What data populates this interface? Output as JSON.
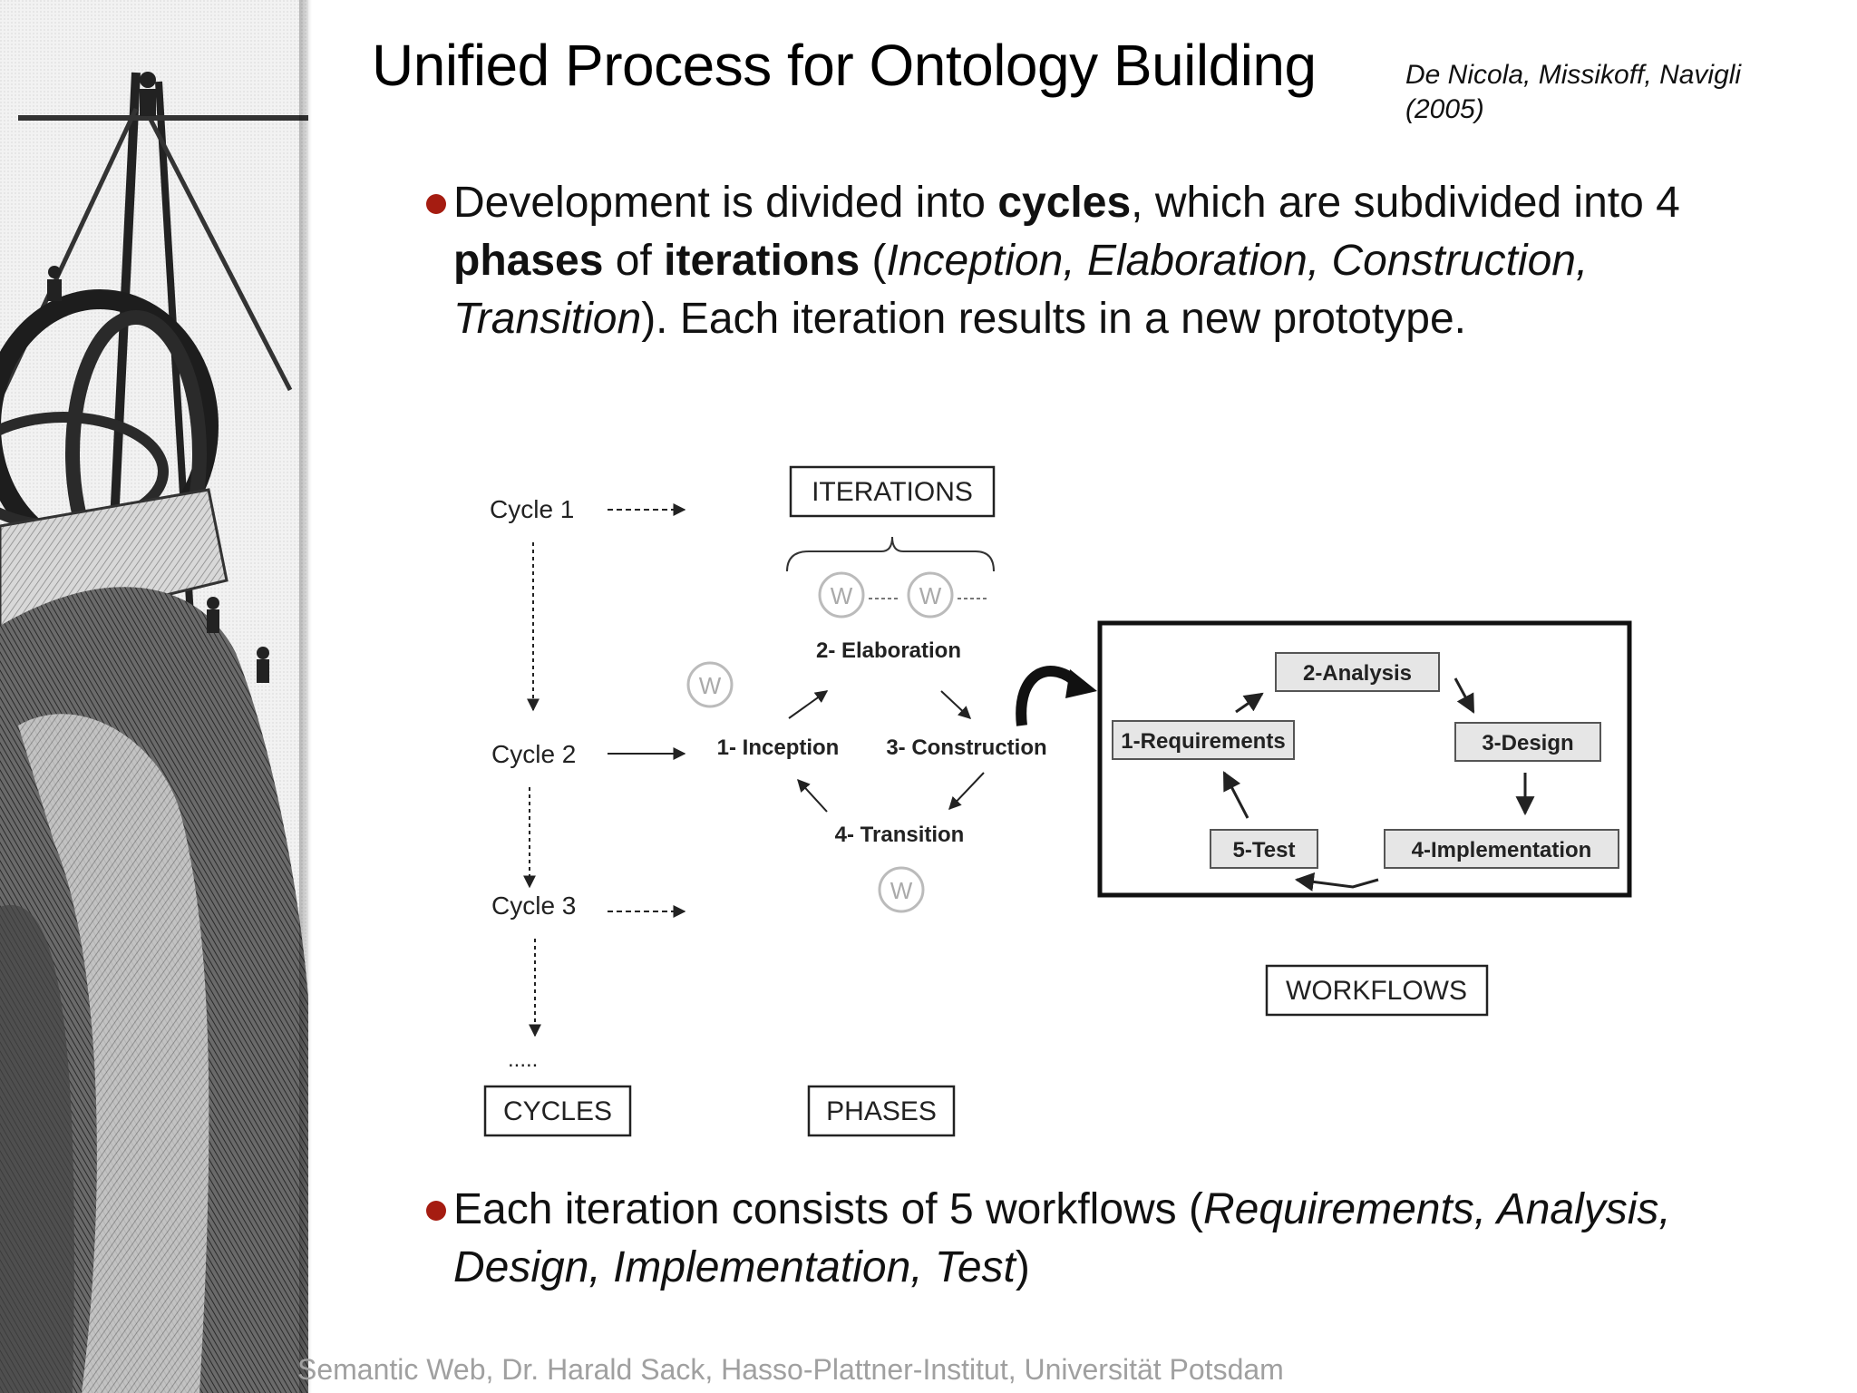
{
  "slide": {
    "title": "Unified Process for Ontology Building",
    "citation_line1": "De Nicola, Missikoff, Navigli",
    "citation_line2": "(2005)",
    "bullet1": {
      "t1": "Development is divided into ",
      "b1": "cycles",
      "t2": ", which are subdivided into 4 ",
      "b2": "phases",
      "t3": " of ",
      "b3": "iterations",
      "t4": " (",
      "i1": "Inception, Elaboration, Construction, Transition",
      "t5": "). Each iteration results in a new prototype."
    },
    "bullet2": {
      "t1": "Each iteration consists of 5 workflows (",
      "i1": "Requirements, Analysis, Design, Implementation, Test",
      "t2": ")"
    },
    "footer": "Semantic Web, Dr. Harald Sack, Hasso-Plattner-Institut, Universität Potsdam"
  },
  "diagram": {
    "cycles": [
      "Cycle 1",
      "Cycle 2",
      "Cycle 3"
    ],
    "ellipsis": ".....",
    "cycles_box": "CYCLES",
    "phases_box": "PHASES",
    "iterations_box": "ITERATIONS",
    "workflows_box": "WORKFLOWS",
    "w_symbol": "W",
    "phases": {
      "inception": "1- Inception",
      "elaboration": "2- Elaboration",
      "construction": "3- Construction",
      "transition": "4- Transition"
    },
    "workflows": {
      "requirements": "1-Requirements",
      "analysis": "2-Analysis",
      "design": "3-Design",
      "implementation": "4-Implementation",
      "test": "5-Test"
    }
  }
}
